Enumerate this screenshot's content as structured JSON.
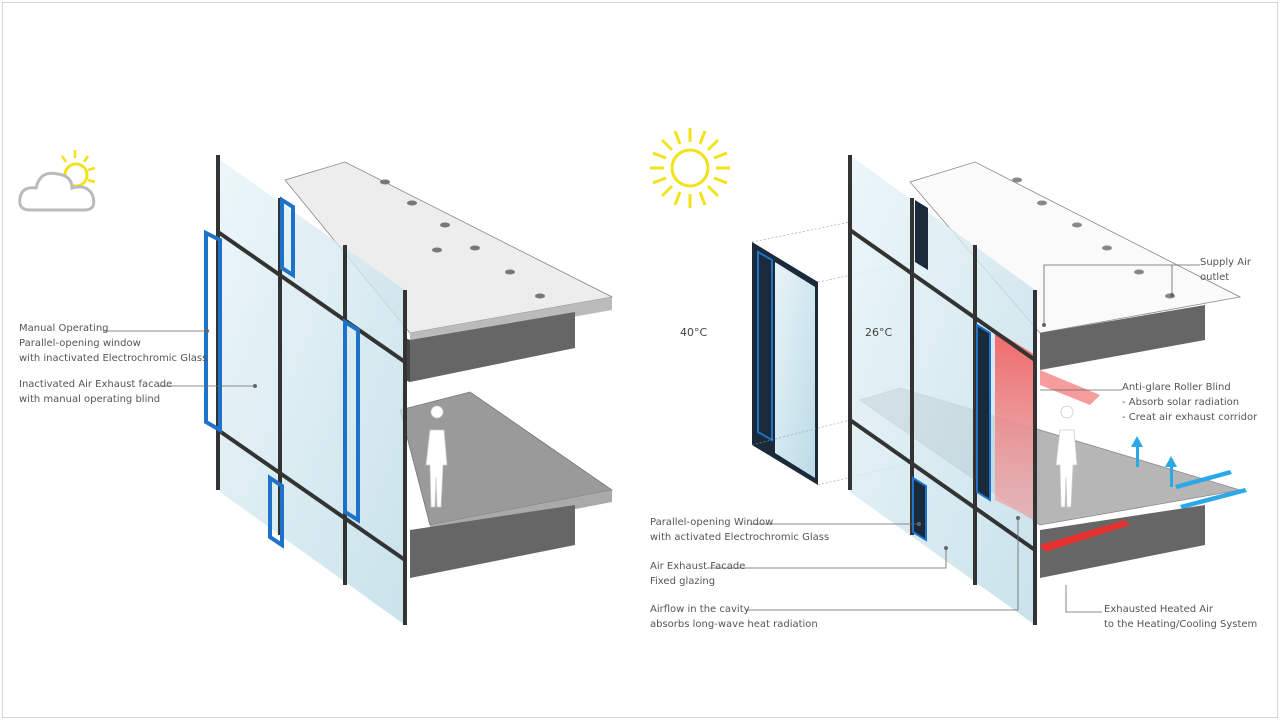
{
  "left_diagram": {
    "weather_icon": "cloud-sun-icon",
    "labels": [
      {
        "lines": [
          "Manual Operating",
          "Parallel-opening window",
          "with inactivated Electrochromic Glass"
        ]
      },
      {
        "lines": [
          "Inactivated Air Exhaust facade",
          "with manual operating blind"
        ]
      }
    ]
  },
  "right_diagram": {
    "weather_icon": "sun-icon",
    "temperature_outside": "40°C",
    "temperature_cavity": "26°C",
    "labels": [
      {
        "lines": [
          "Supply Air",
          "outlet"
        ]
      },
      {
        "lines": [
          "Anti-glare Roller Blind",
          " - Absorb solar radiation",
          " - Creat air exhaust corridor"
        ]
      },
      {
        "lines": [
          "Parallel-opening Window",
          "with activated Electrochromic Glass"
        ]
      },
      {
        "lines": [
          "Air Exhaust Facade",
          "Fixed glazing"
        ]
      },
      {
        "lines": [
          "Airflow in the cavity",
          "absorbs long-wave heat radiation"
        ]
      },
      {
        "lines": [
          "Exhausted Heated Air",
          "to the Heating/Cooling System"
        ]
      }
    ]
  },
  "colors": {
    "frame_blue": "#1e73c8",
    "sun": "#f2e21a",
    "blind_red": "#f25a5a",
    "air_blue": "#2aa8e8",
    "slab": "#6e6e6e",
    "glass": "#cfe6ee"
  }
}
